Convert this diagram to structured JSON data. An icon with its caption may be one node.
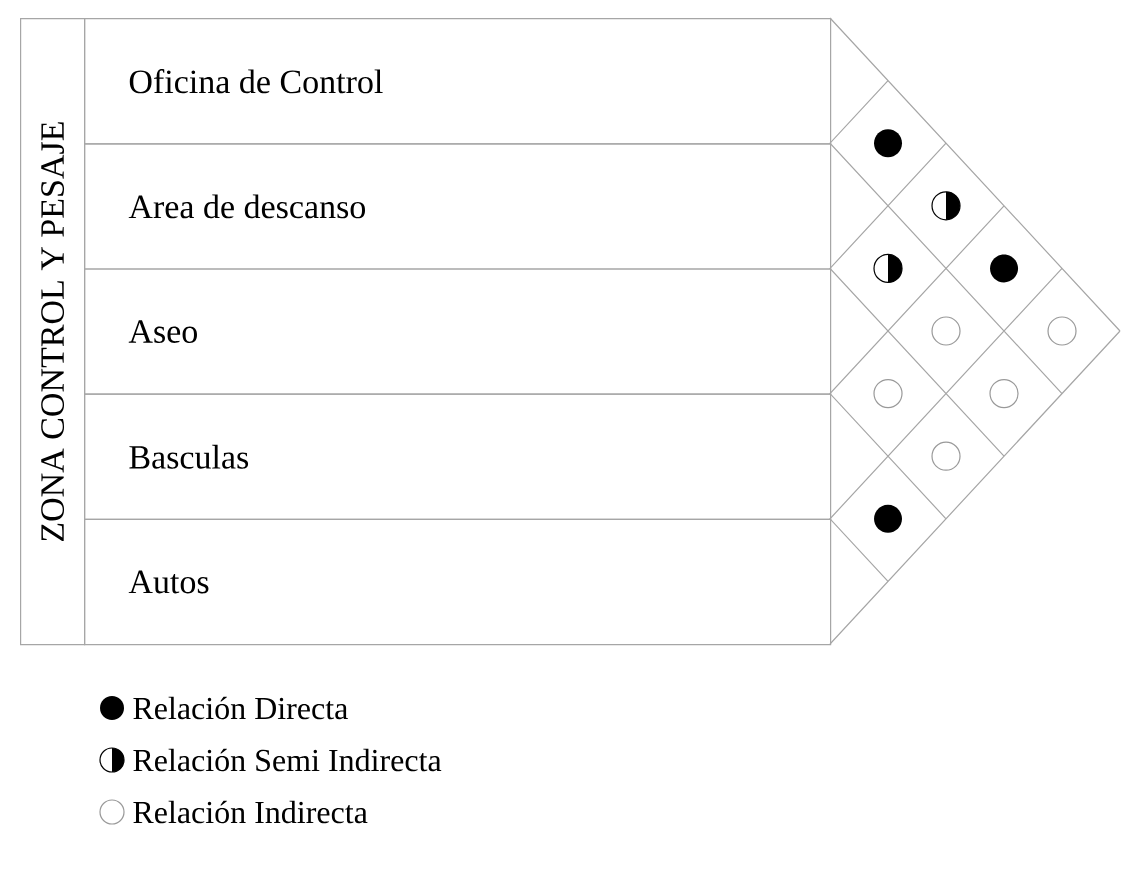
{
  "diagram": {
    "nodes": [
      {
        "text": [
          "ZONA CONTROL Y PESAJE"
        ]
      },
      {
        "text": [
          "Oficina de Control"
        ]
      },
      {
        "text": [
          "Area de descanso"
        ]
      },
      {
        "text": [
          "Aseo"
        ]
      },
      {
        "text": [
          "Basculas"
        ]
      },
      {
        "text": [
          "Autos"
        ]
      }
    ],
    "legend": [
      {
        "text": "Relación Directa"
      },
      {
        "text": "Relación Semi Indirecta"
      },
      {
        "text": "Relación Indirecta"
      }
    ]
  }
}
